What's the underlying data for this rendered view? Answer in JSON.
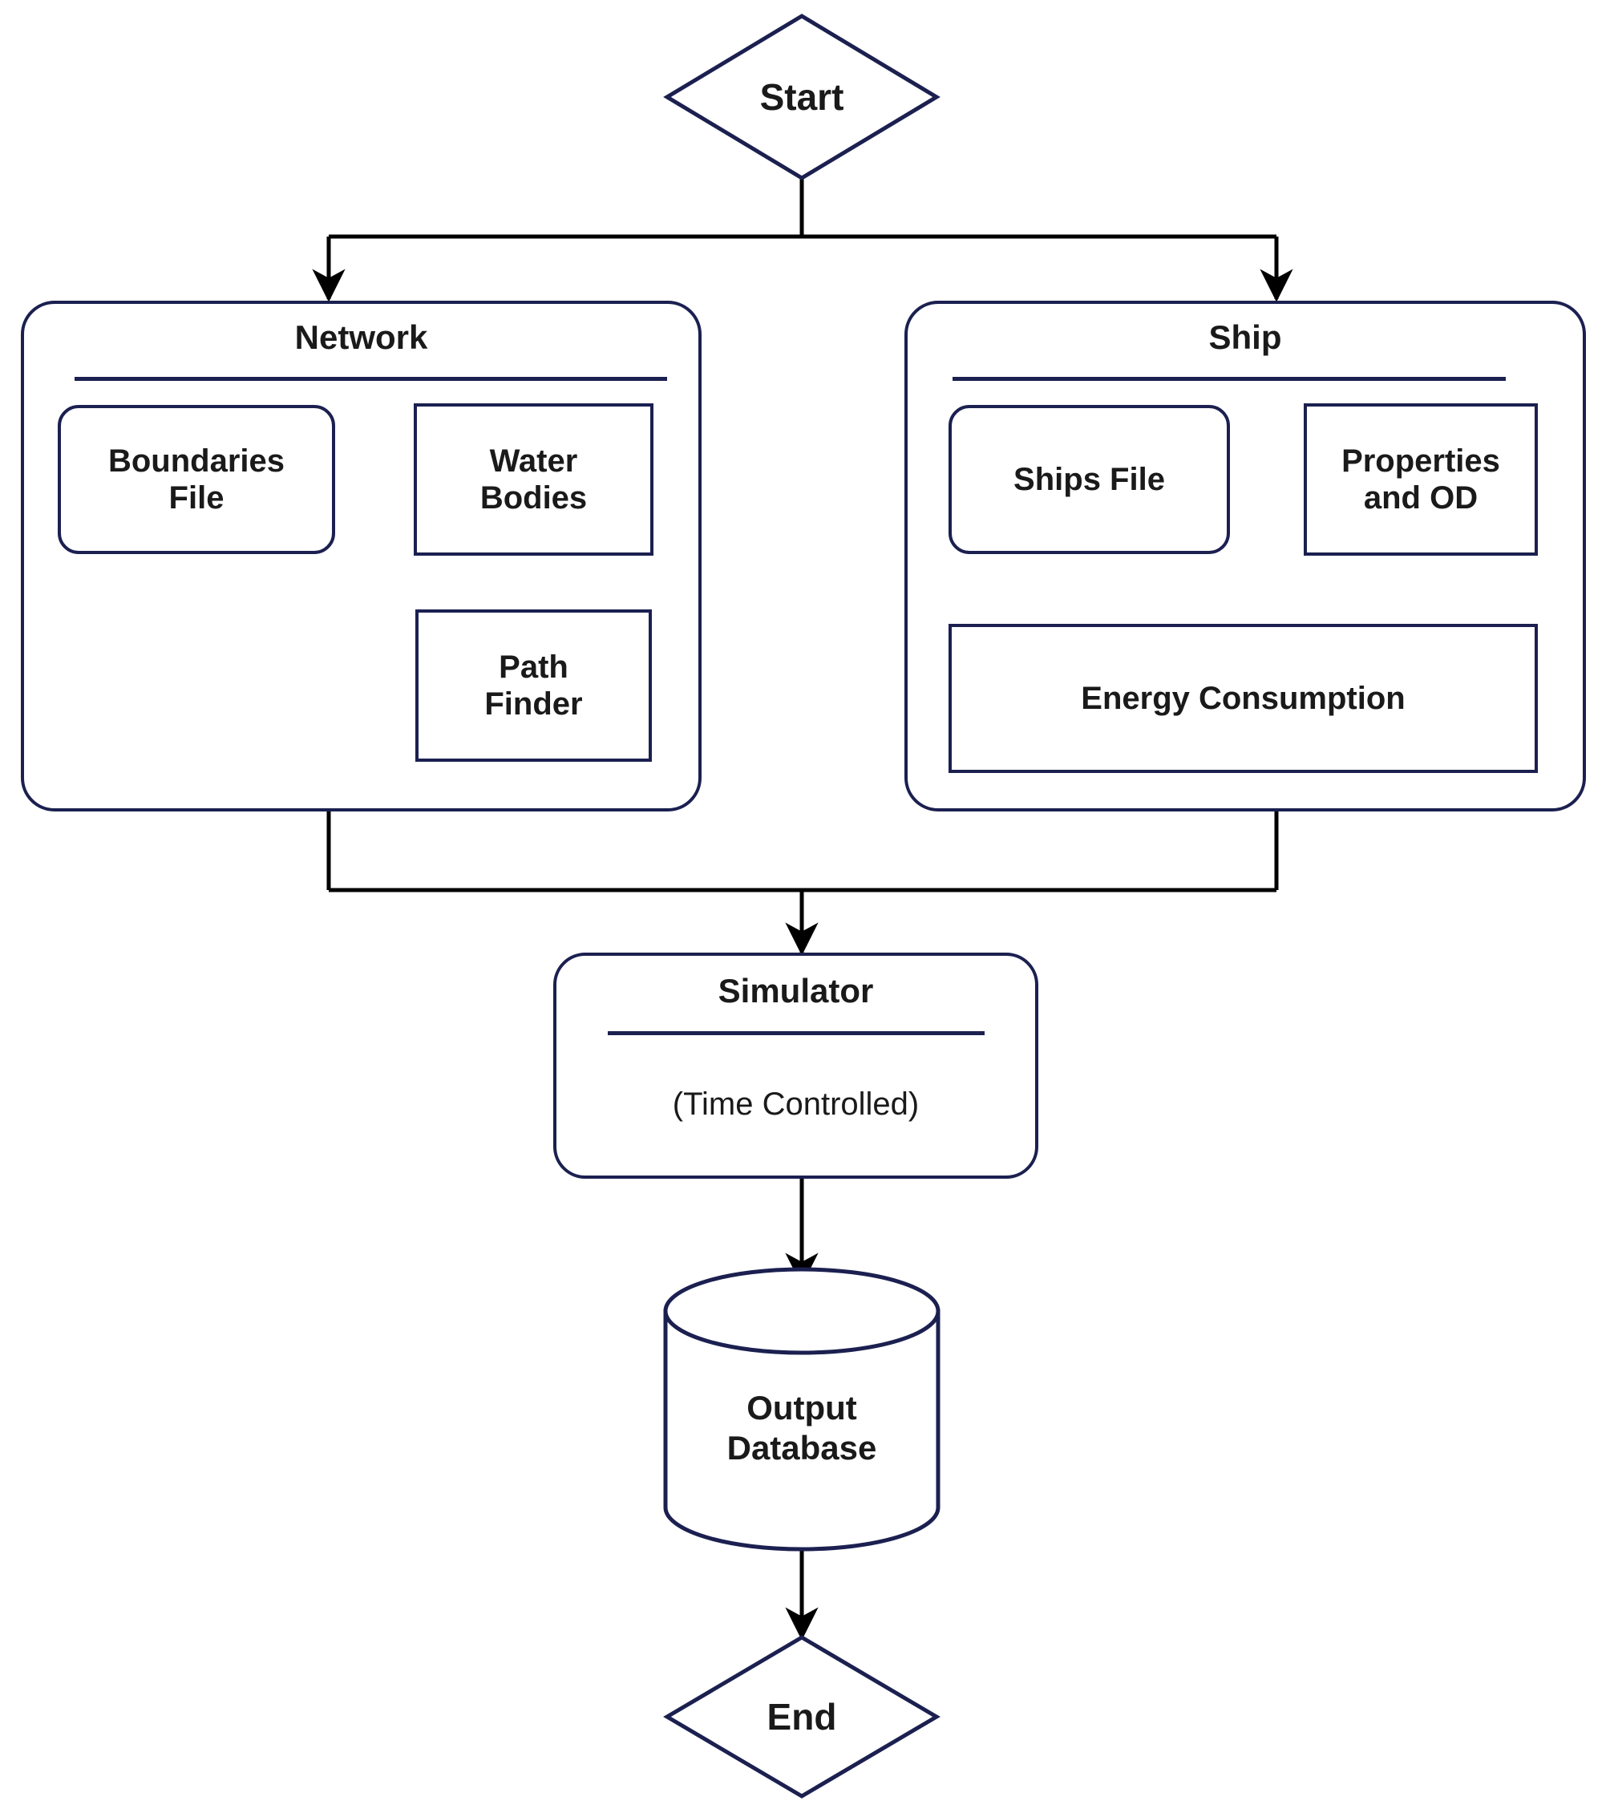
{
  "diagram": {
    "title": "Ship Traffic Simulation Flowchart",
    "type": "flowchart",
    "colors": {
      "stroke": "#1b2050",
      "arrow": "#000000",
      "text": "#1a1a1a",
      "background": "#ffffff"
    }
  },
  "terminators": {
    "start": "Start",
    "end": "End"
  },
  "groups": [
    {
      "id": "network",
      "title": "Network",
      "nodes": [
        {
          "id": "boundaries-file",
          "label": "Boundaries\nFile",
          "shape": "rounded-rect"
        },
        {
          "id": "water-bodies",
          "label": "Water\nBodies",
          "shape": "rect"
        },
        {
          "id": "path-finder",
          "label": "Path\nFinder",
          "shape": "rect"
        }
      ]
    },
    {
      "id": "ship",
      "title": "Ship",
      "nodes": [
        {
          "id": "ships-file",
          "label": "Ships File",
          "shape": "rounded-rect"
        },
        {
          "id": "properties-and-od",
          "label": "Properties\nand OD",
          "shape": "rect"
        },
        {
          "id": "energy-consumption",
          "label": "Energy Consumption",
          "shape": "rect"
        }
      ]
    }
  ],
  "simulator": {
    "title": "Simulator",
    "subtitle": "(Time Controlled)"
  },
  "database": {
    "label": "Output\nDatabase"
  },
  "edges": [
    {
      "from": "start",
      "to": "network"
    },
    {
      "from": "start",
      "to": "ship"
    },
    {
      "from": "boundaries-file",
      "to": "water-bodies"
    },
    {
      "from": "water-bodies",
      "to": "path-finder"
    },
    {
      "from": "ships-file",
      "to": "properties-and-od"
    },
    {
      "from": "network",
      "to": "simulator"
    },
    {
      "from": "ship",
      "to": "simulator"
    },
    {
      "from": "simulator",
      "to": "database"
    },
    {
      "from": "database",
      "to": "end"
    }
  ]
}
